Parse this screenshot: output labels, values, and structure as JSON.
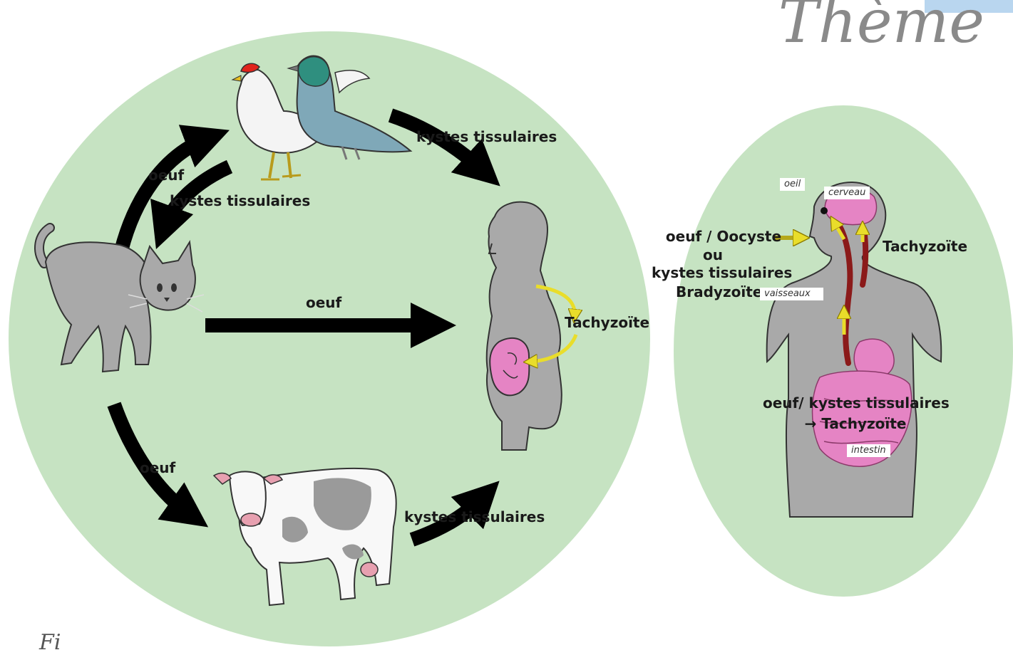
{
  "header": {
    "theme": "Thème",
    "tab_color": "#b9d6ef"
  },
  "footer": {
    "fig": "Fi"
  },
  "colors": {
    "bubble": "#c6e3c2",
    "silhouette": "#a9a9a9",
    "arrow": "#000000",
    "yellow_arrow": "#e9dd2a",
    "organ": "#e584c4",
    "vessel": "#8b1a1a"
  },
  "cycle": {
    "labels": {
      "oeuf_top": "oeuf",
      "kystes_birds_to_cat": "kystes tissulaires",
      "kystes_birds_to_human": "kystes tissulaires",
      "oeuf_middle": "oeuf",
      "tachyzoite": "Tachyzoïte",
      "oeuf_bottom": "oeuf",
      "kystes_cow_to_human": "kystes tissulaires"
    },
    "icons": [
      "cat-icon",
      "rooster-icon",
      "pigeon-icon",
      "cow-icon",
      "pregnant-woman-icon",
      "fetus-icon"
    ]
  },
  "body_diagram": {
    "entry_l1": "oeuf / Oocyste",
    "entry_l2": "ou",
    "entry_l3": "kystes tissulaires",
    "entry_l4": "Bradyzoïte",
    "tachyzoite": "Tachyzoïte",
    "bottom_l1": "oeuf/ kystes tissulaires",
    "bottom_l2": "→ Tachyzoïte",
    "tags": {
      "oeil": "oeil",
      "cerveau": "cerveau",
      "vaisseaux": "vaisseaux",
      "intestin": "intestin"
    }
  }
}
